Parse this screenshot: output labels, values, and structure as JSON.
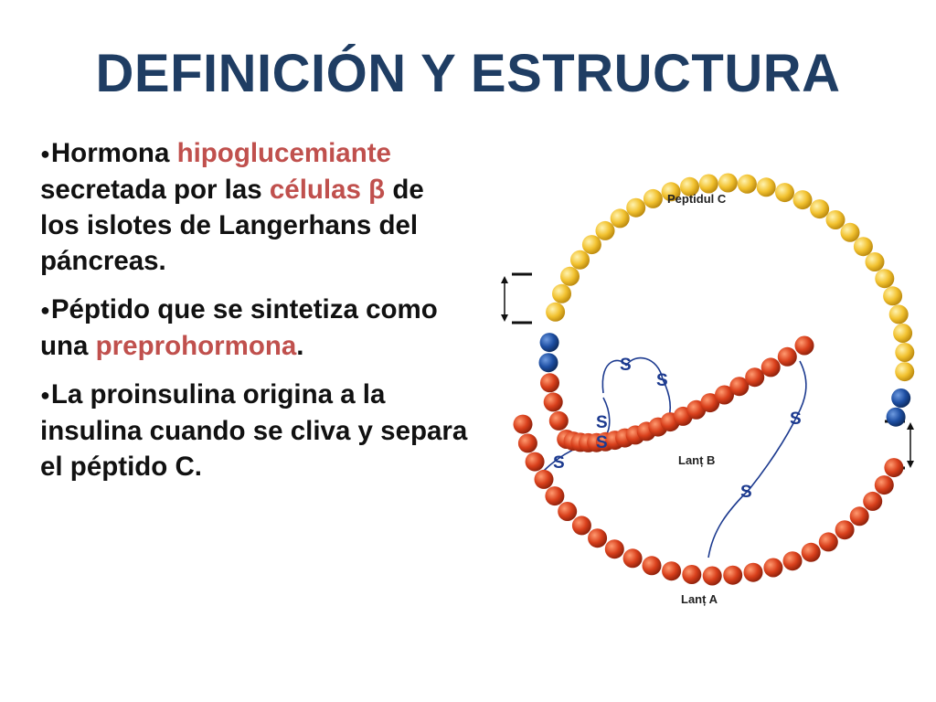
{
  "slide": {
    "title": "DEFINICIÓN Y ESTRUCTURA",
    "accent_color": "#c0504d",
    "title_color": "#1f3d63"
  },
  "bullets": [
    {
      "parts": [
        "Hormona ",
        "hipoglucemiante",
        " secretada por las ",
        "células β",
        " de los islotes de Langerhans del páncreas."
      ]
    },
    {
      "parts": [
        "Péptido que se sintetiza como una ",
        "preprohormona",
        "."
      ]
    },
    {
      "text": "La proinsulina origina a la insulina cuando se cliva y separa el péptido C."
    }
  ],
  "diagram": {
    "label_c_peptide": "Peptidul C",
    "label_chain_b": "Lanț B",
    "label_chain_a": "Lanț A",
    "disulfide_label": "S",
    "colors": {
      "c_peptide": "#f2c230",
      "chain": "#d9401c",
      "junction": "#1e4fa3"
    }
  }
}
